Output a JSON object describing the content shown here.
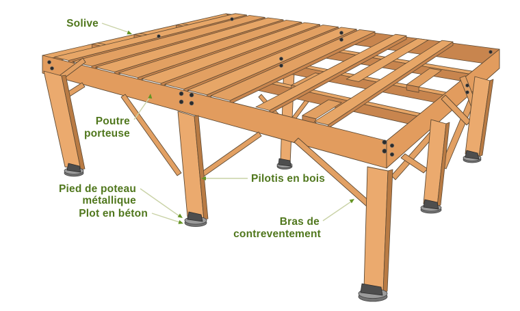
{
  "diagram": {
    "subject": "wooden-deck-frame-on-posts",
    "background_color": "#FFFFFF",
    "label_color": "#50771D",
    "leader_line_color": "#C9D2A6",
    "arrow_color": "#649423",
    "wood_color": "#E7A667",
    "wood_shadow_color": "#C8854E",
    "metal_color": "#4E4E4E",
    "concrete_color": "#9B9B9B",
    "labels": {
      "solive": "Solive",
      "poutre_line1": "Poutre",
      "poutre_line2": "porteuse",
      "pilotis": "Pilotis en bois",
      "pied_line1": "Pied de poteau",
      "pied_line2": "métallique",
      "plot": "Plot en béton",
      "bras_line1": "Bras de",
      "bras_line2": "contreventement"
    }
  }
}
